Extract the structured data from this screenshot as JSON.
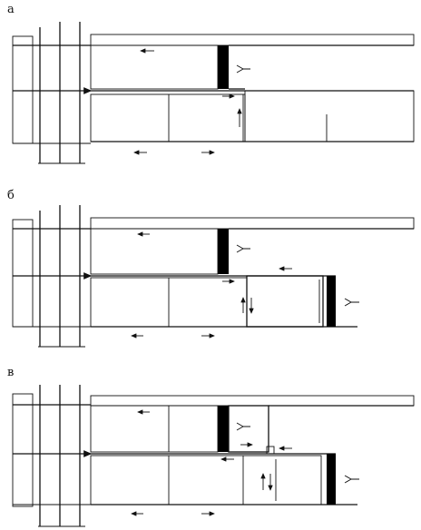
{
  "panels": [
    {
      "id": "a",
      "label": "а"
    },
    {
      "id": "b",
      "label": "б"
    },
    {
      "id": "v",
      "label": "в"
    }
  ],
  "icons": {
    "fill": "rubble-pebble-texture",
    "stope": "black-filled-stope",
    "airflow": "airflow-arrow-icon",
    "fan": "fork-arrow-icon"
  },
  "colors": {
    "ink": "#111111",
    "paper": "#ffffff",
    "dark": "#000000"
  }
}
